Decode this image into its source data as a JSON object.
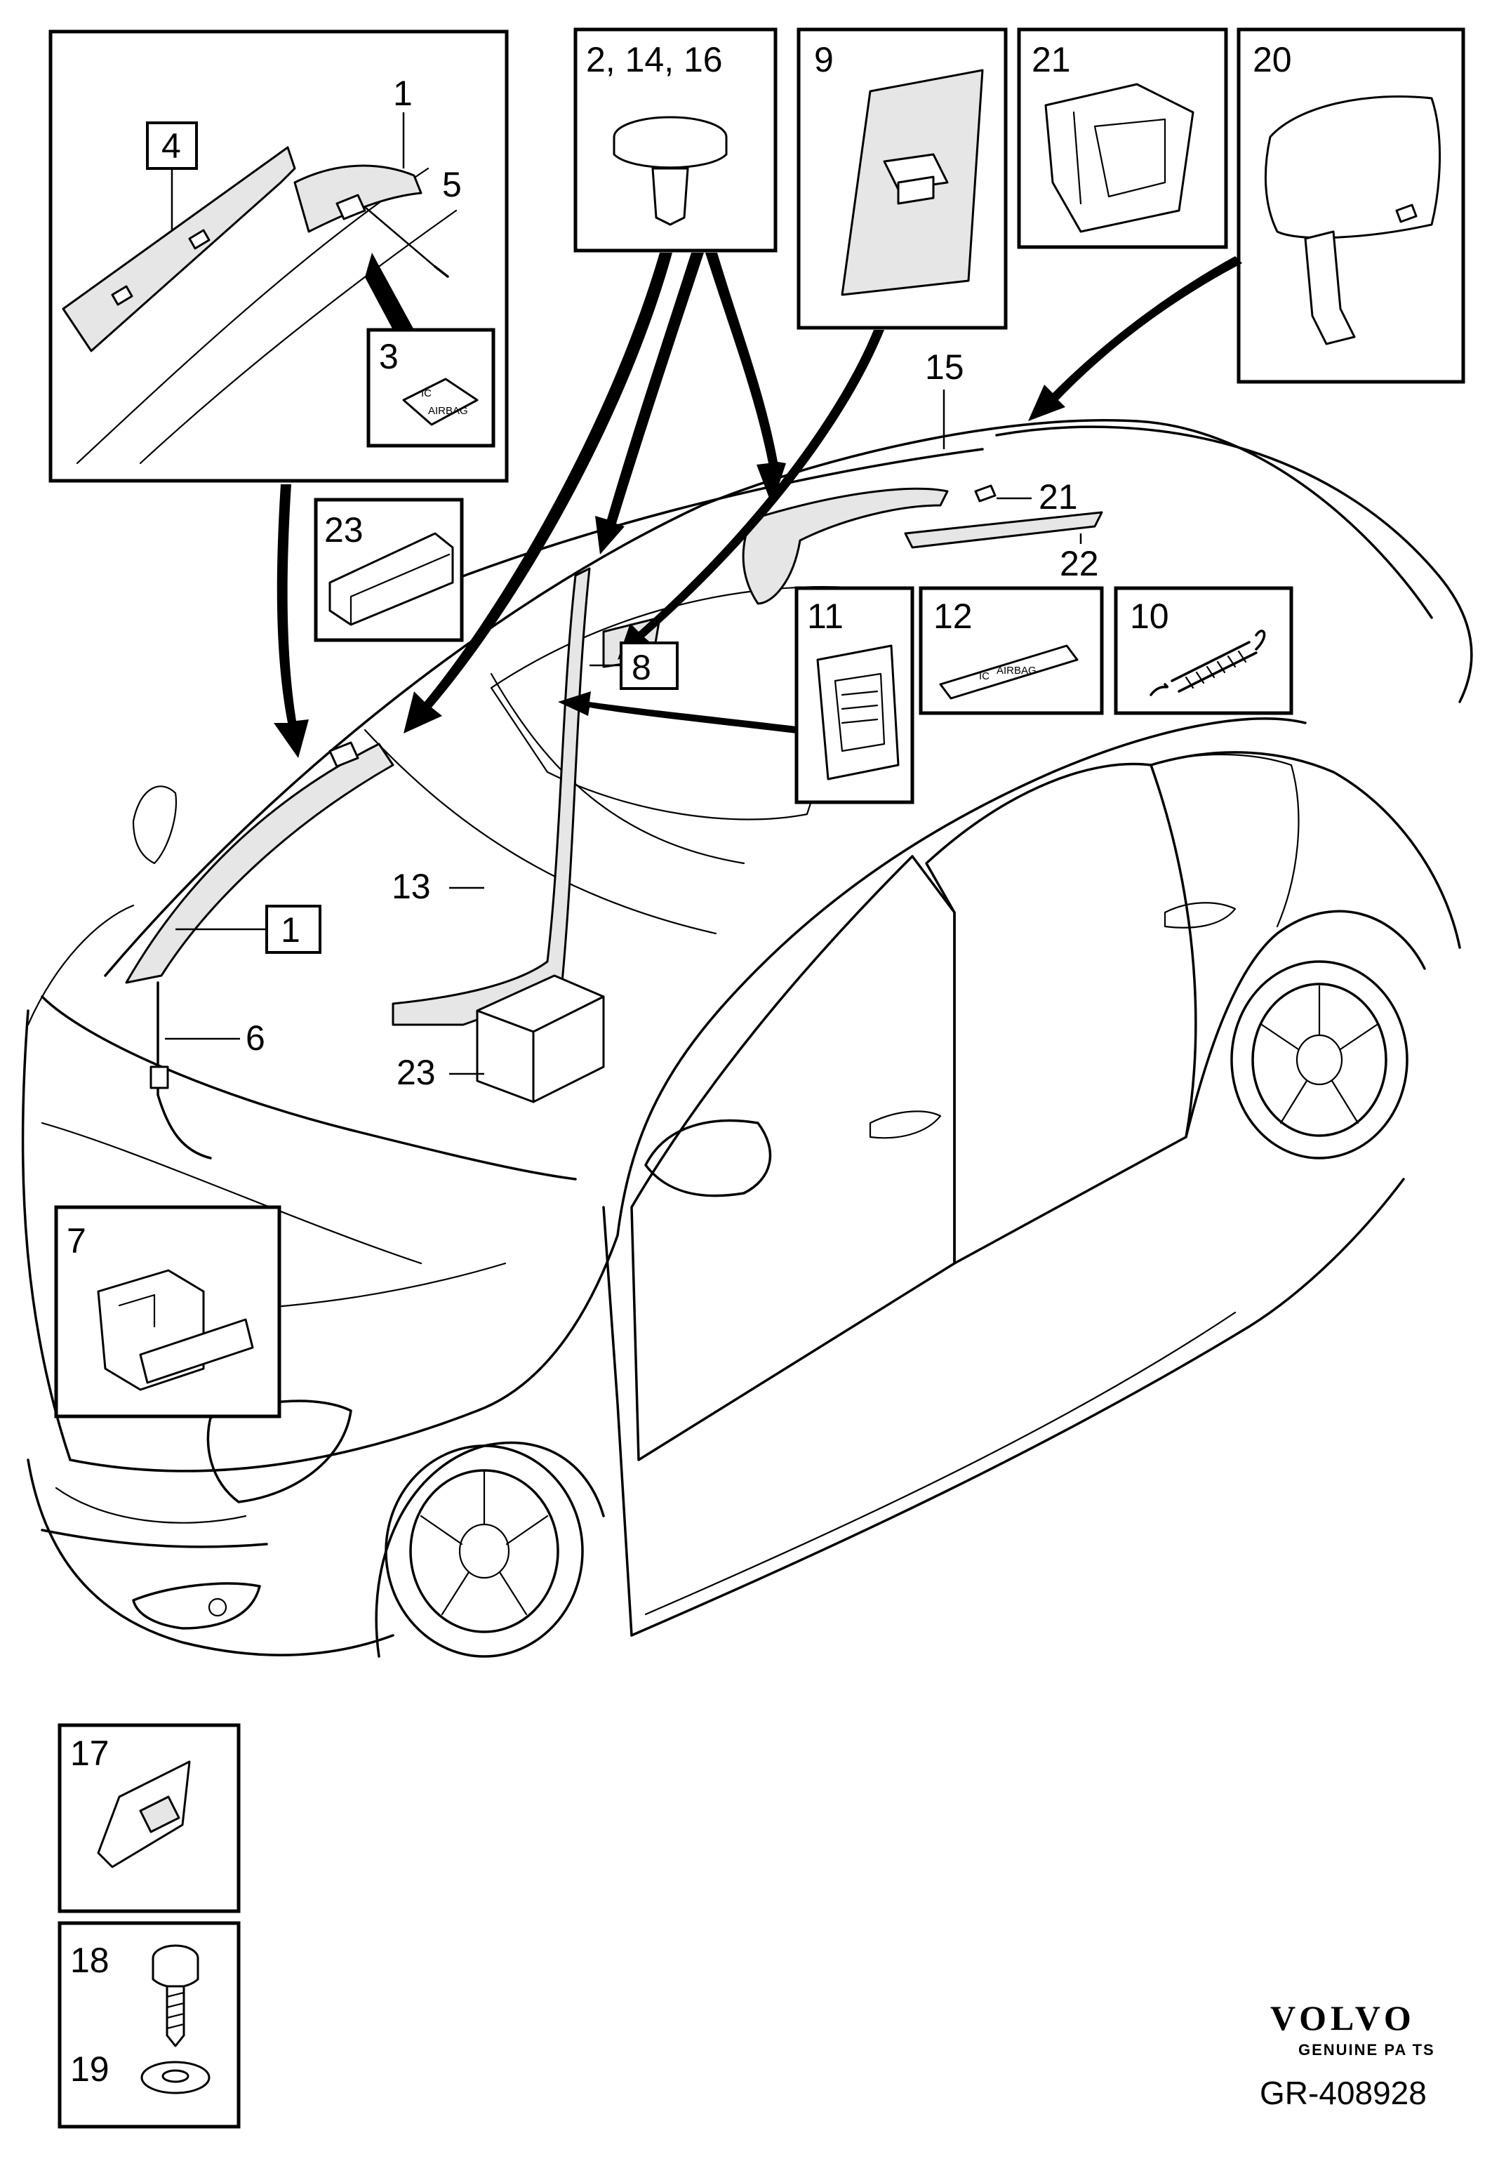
{
  "labels": {
    "p1": "1",
    "p1_boxed": "1",
    "p3": "3",
    "p4": "4",
    "p5": "5",
    "p6": "6",
    "p7": "7",
    "p8": "8",
    "p9": "9",
    "p10": "10",
    "p11": "11",
    "p12": "12",
    "p13": "13",
    "p15": "15",
    "p17": "17",
    "p18": "18",
    "p19": "19",
    "p20": "20",
    "p21_inset": "21",
    "p21_car": "21",
    "p22": "22",
    "p23_inset": "23",
    "p23_car": "23",
    "p2_14_16": "2, 14, 16"
  },
  "part_markings": {
    "airbag_badge": "AIRBAG",
    "airbag_badge_sunvisor": "AIRBAG",
    "ic_logo": "IC",
    "ic_logo_sunvisor": "IC"
  },
  "footer": {
    "brand": "VOLVO",
    "brand_sub": "GENUINE PA TS",
    "reference": "GR-408928"
  },
  "icons": [
    "plastic-clip-icon",
    "screw-icon",
    "washer-icon",
    "spring-icon",
    "airbag-cover-icon"
  ]
}
